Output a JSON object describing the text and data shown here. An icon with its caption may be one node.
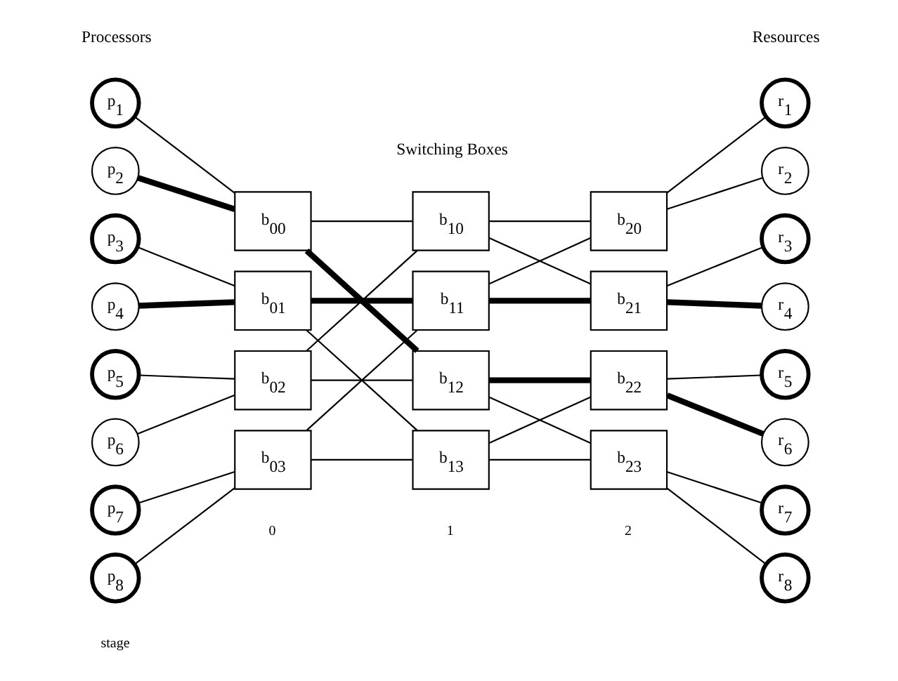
{
  "diagram": {
    "nodes": [
      {
        "text": [
          "p$_{1}$"
        ]
      },
      {
        "text": [
          "p$_{2}$"
        ]
      },
      {
        "text": [
          "p$_{3}$"
        ]
      },
      {
        "text": [
          "p$_{4}$"
        ]
      },
      {
        "text": [
          "p$_{5}$"
        ]
      },
      {
        "text": [
          "p$_{6}$"
        ]
      },
      {
        "text": [
          "p$_{7}$"
        ]
      },
      {
        "text": [
          "p$_{8}$"
        ]
      },
      {
        "text": [
          "b$_{00}$"
        ]
      },
      {
        "text": [
          "b$_{01}$"
        ]
      },
      {
        "text": [
          "b$_{02}$"
        ]
      },
      {
        "text": [
          "b$_{03}$"
        ]
      },
      {
        "text": [
          "b$_{10}$"
        ]
      },
      {
        "text": [
          "b$_{11}$"
        ]
      },
      {
        "text": [
          "b$_{12}$"
        ]
      },
      {
        "text": [
          "b$_{13}$"
        ]
      },
      {
        "text": [
          "b$_{20}$"
        ]
      },
      {
        "text": [
          "b$_{21}$"
        ]
      },
      {
        "text": [
          "b$_{22}$"
        ]
      },
      {
        "text": [
          "b$_{23}$"
        ]
      },
      {
        "text": [
          "r$_{1}$"
        ]
      },
      {
        "text": [
          "r$_{2}$"
        ]
      },
      {
        "text": [
          "r$_{3}$"
        ]
      },
      {
        "text": [
          "r$_{4}$"
        ]
      },
      {
        "text": [
          "r$_{5}$"
        ]
      },
      {
        "text": [
          "r$_{6}$"
        ]
      },
      {
        "text": [
          "r$_{7}$"
        ]
      },
      {
        "text": [
          "r$_{8}$"
        ]
      }
    ],
    "edges": [
      {
        "from": 0,
        "to": 8,
        "arrow": "none"
      },
      {
        "from": 1,
        "to": 8,
        "arrow": "none",
        "style": "thick"
      },
      {
        "from": 2,
        "to": 9,
        "arrow": "none"
      },
      {
        "from": 3,
        "to": 9,
        "arrow": "none",
        "style": "thick"
      },
      {
        "from": 4,
        "to": 10,
        "arrow": "none"
      },
      {
        "from": 5,
        "to": 10,
        "arrow": "none"
      },
      {
        "from": 6,
        "to": 11,
        "arrow": "none"
      },
      {
        "from": 7,
        "to": 11,
        "arrow": "none"
      },
      {
        "from": 8,
        "to": 12,
        "arrow": "none"
      },
      {
        "from": 8,
        "to": 14,
        "arrow": "none",
        "style": "thick"
      },
      {
        "from": 9,
        "to": 13,
        "arrow": "none",
        "style": "thick"
      },
      {
        "from": 9,
        "to": 15,
        "arrow": "none"
      },
      {
        "from": 10,
        "to": 12,
        "arrow": "none"
      },
      {
        "from": 10,
        "to": 14,
        "arrow": "none"
      },
      {
        "from": 11,
        "to": 13,
        "arrow": "none"
      },
      {
        "from": 11,
        "to": 15,
        "arrow": "none"
      },
      {
        "from": 12,
        "to": 16,
        "arrow": "none"
      },
      {
        "from": 12,
        "to": 17,
        "arrow": "none"
      },
      {
        "from": 13,
        "to": 16,
        "arrow": "none"
      },
      {
        "from": 13,
        "to": 17,
        "arrow": "none",
        "style": "thick"
      },
      {
        "from": 14,
        "to": 18,
        "arrow": "none",
        "style": "thick"
      },
      {
        "from": 14,
        "to": 19,
        "arrow": "none"
      },
      {
        "from": 15,
        "to": 18,
        "arrow": "none"
      },
      {
        "from": 15,
        "to": 19,
        "arrow": "none"
      },
      {
        "from": 16,
        "to": 20,
        "arrow": "none"
      },
      {
        "from": 16,
        "to": 21,
        "arrow": "none"
      },
      {
        "from": 17,
        "to": 22,
        "arrow": "none"
      },
      {
        "from": 17,
        "to": 23,
        "arrow": "none",
        "style": "thick"
      },
      {
        "from": 18,
        "to": 24,
        "arrow": "none"
      },
      {
        "from": 18,
        "to": 25,
        "arrow": "none",
        "style": "thick"
      },
      {
        "from": 19,
        "to": 26,
        "arrow": "none"
      },
      {
        "from": 19,
        "to": 27,
        "arrow": "none"
      }
    ],
    "labels": [
      "Processors",
      "Switching Boxes",
      "Resources",
      "stage",
      "0",
      "1",
      "2"
    ]
  }
}
